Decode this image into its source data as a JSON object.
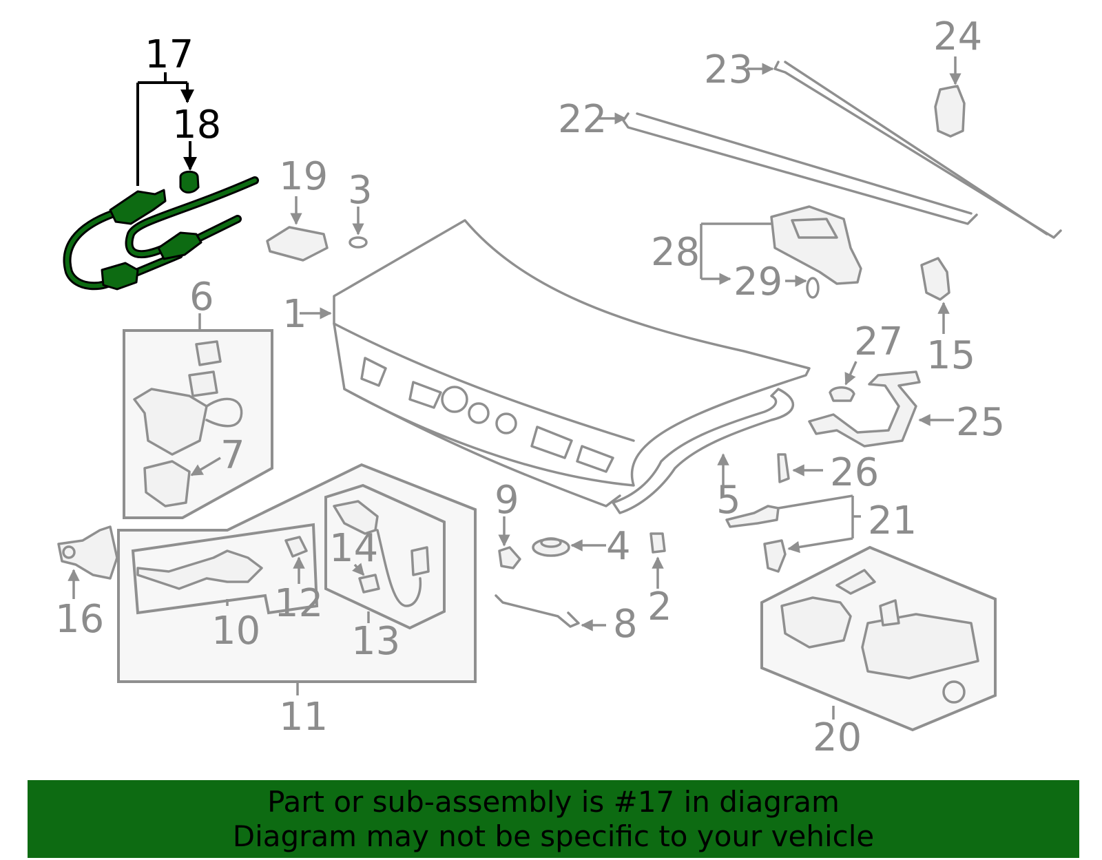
{
  "highlight_color": "#0d6b12",
  "callouts": {
    "c1": "1",
    "c2": "2",
    "c3": "3",
    "c4": "4",
    "c5": "5",
    "c6": "6",
    "c7": "7",
    "c8": "8",
    "c9": "9",
    "c10": "10",
    "c11": "11",
    "c12": "12",
    "c13": "13",
    "c14": "14",
    "c15": "15",
    "c16": "16",
    "c17": "17",
    "c18": "18",
    "c19": "19",
    "c20": "20",
    "c21": "21",
    "c22": "22",
    "c23": "23",
    "c24": "24",
    "c25": "25",
    "c26": "26",
    "c27": "27",
    "c28": "28",
    "c29": "29"
  },
  "banner": {
    "line1": "Part or sub-assembly is #17 in diagram",
    "line2": "Diagram may not be specific to your vehicle"
  }
}
